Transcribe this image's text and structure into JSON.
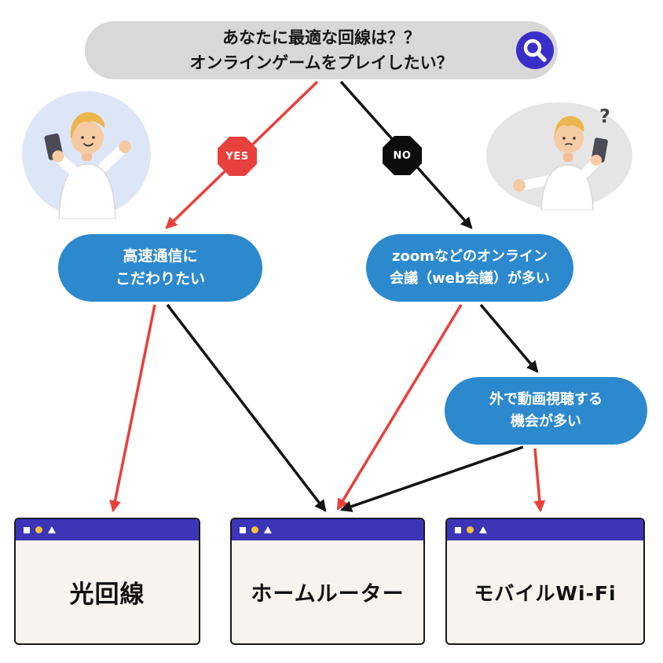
{
  "header": {
    "question_line1": "あなたに最適な回線は？？",
    "question_line2": "オンラインゲームをプレイしたい？",
    "search_icon": "magnifier-icon"
  },
  "branch_labels": {
    "yes": "YES",
    "no": "NO"
  },
  "decision_nodes": {
    "speed": {
      "line1": "高速通信に",
      "line2": "こだわりたい"
    },
    "meetings": {
      "line1": "zoomなどのオンライン",
      "line2": "会議（web会議）が多い"
    },
    "outdoor_video": {
      "line1": "外で動画視聴する",
      "line2": "機会が多い"
    }
  },
  "results": [
    {
      "label": "光回線"
    },
    {
      "label": "ホームルーター"
    },
    {
      "label": "モバイルWi-Fi"
    }
  ],
  "illustrations": {
    "left_person": "excited-person-with-phone",
    "right_person": "confused-person-with-phone",
    "question_mark": "?"
  },
  "colors": {
    "header_gray": "#d8d8d8",
    "icon_blue": "#3a2ec8",
    "node_blue": "#2d89cd",
    "yes_red": "#e8403c",
    "no_black": "#0c0c0c",
    "arrow_red": "#e8403c",
    "arrow_black": "#141414",
    "titlebar_indigo": "#3c35b8",
    "window_body": "#f7f4ee",
    "outline_dark": "#1a1a1a"
  }
}
